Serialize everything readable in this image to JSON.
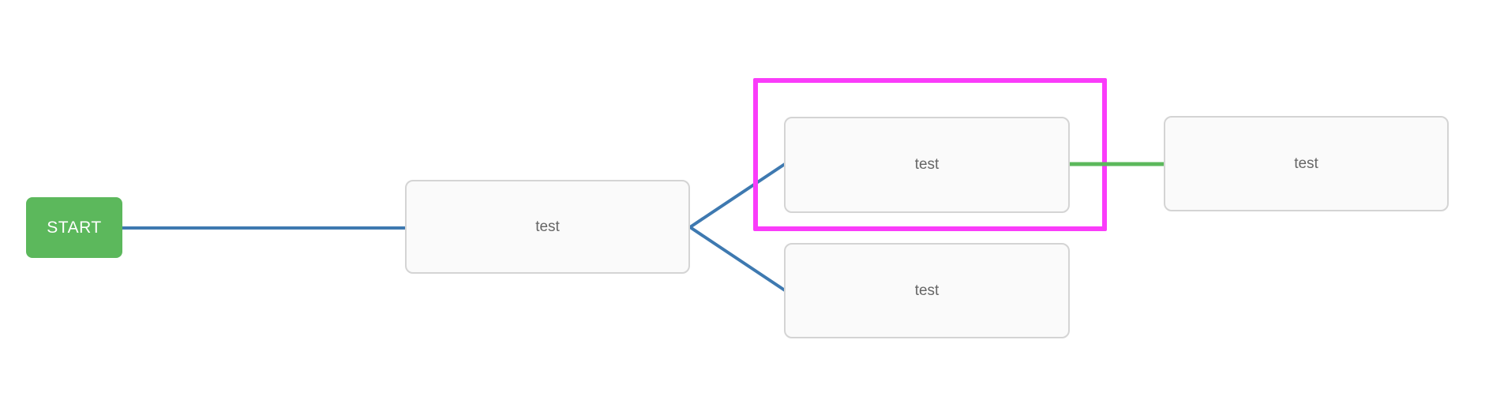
{
  "diagram": {
    "start": {
      "label": "START"
    },
    "nodes": [
      {
        "id": "node-mid",
        "label": "test",
        "selected": false
      },
      {
        "id": "node-top",
        "label": "test",
        "selected": true
      },
      {
        "id": "node-bottom",
        "label": "test",
        "selected": false
      },
      {
        "id": "node-right",
        "label": "test",
        "selected": false
      }
    ],
    "edges": [
      {
        "from": "start",
        "to": "node-mid",
        "color": "blue"
      },
      {
        "from": "node-mid",
        "to": "node-top",
        "color": "blue"
      },
      {
        "from": "node-mid",
        "to": "node-bottom",
        "color": "blue"
      },
      {
        "from": "node-top",
        "to": "node-right",
        "color": "green"
      }
    ],
    "colors": {
      "start_background": "#5CB85C",
      "connector_blue": "#3E79B0",
      "connector_green": "#5CB85C",
      "selection_outline": "#FA3CFA",
      "node_border": "#d4d4d4",
      "node_fill": "#fafafa",
      "node_text": "#666666"
    }
  }
}
